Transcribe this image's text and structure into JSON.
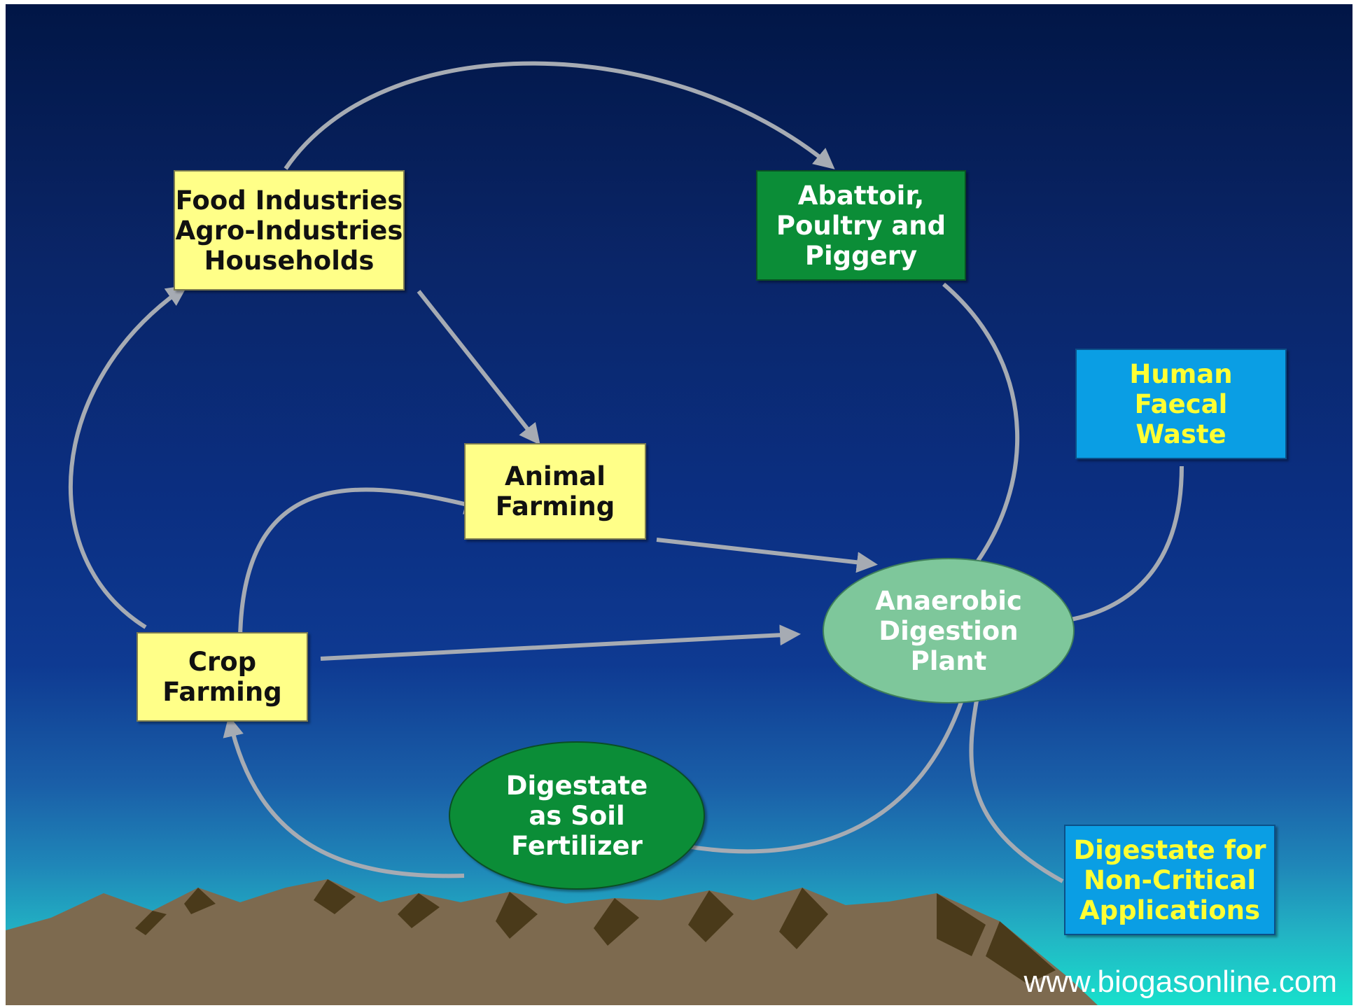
{
  "nodes": {
    "food_industries": "Food Industries\nAgro-Industries\nHouseholds",
    "abattoir": "Abattoir,\nPoultry and\nPiggery",
    "human_waste": "Human\nFaecal\nWaste",
    "animal_farming": "Animal\nFarming",
    "crop_farming": "Crop\nFarming",
    "anaerobic_plant": "Anaerobic\nDigestion\nPlant",
    "digestate_soil": "Digestate\nas Soil\nFertilizer",
    "digestate_noncritical": "Digestate for\nNon-Critical\nApplications"
  },
  "source_credit": "www.biogasonline.com",
  "colors": {
    "yellow_box": "#ffff88",
    "dark_green_box": "#0b8d37",
    "blue_box": "#0a9ee4",
    "blue_box_text": "#ffff33",
    "plant_ellipse": "#7ec79b",
    "arrow": "#a6abb3",
    "mountain": "#7d6a4f"
  }
}
